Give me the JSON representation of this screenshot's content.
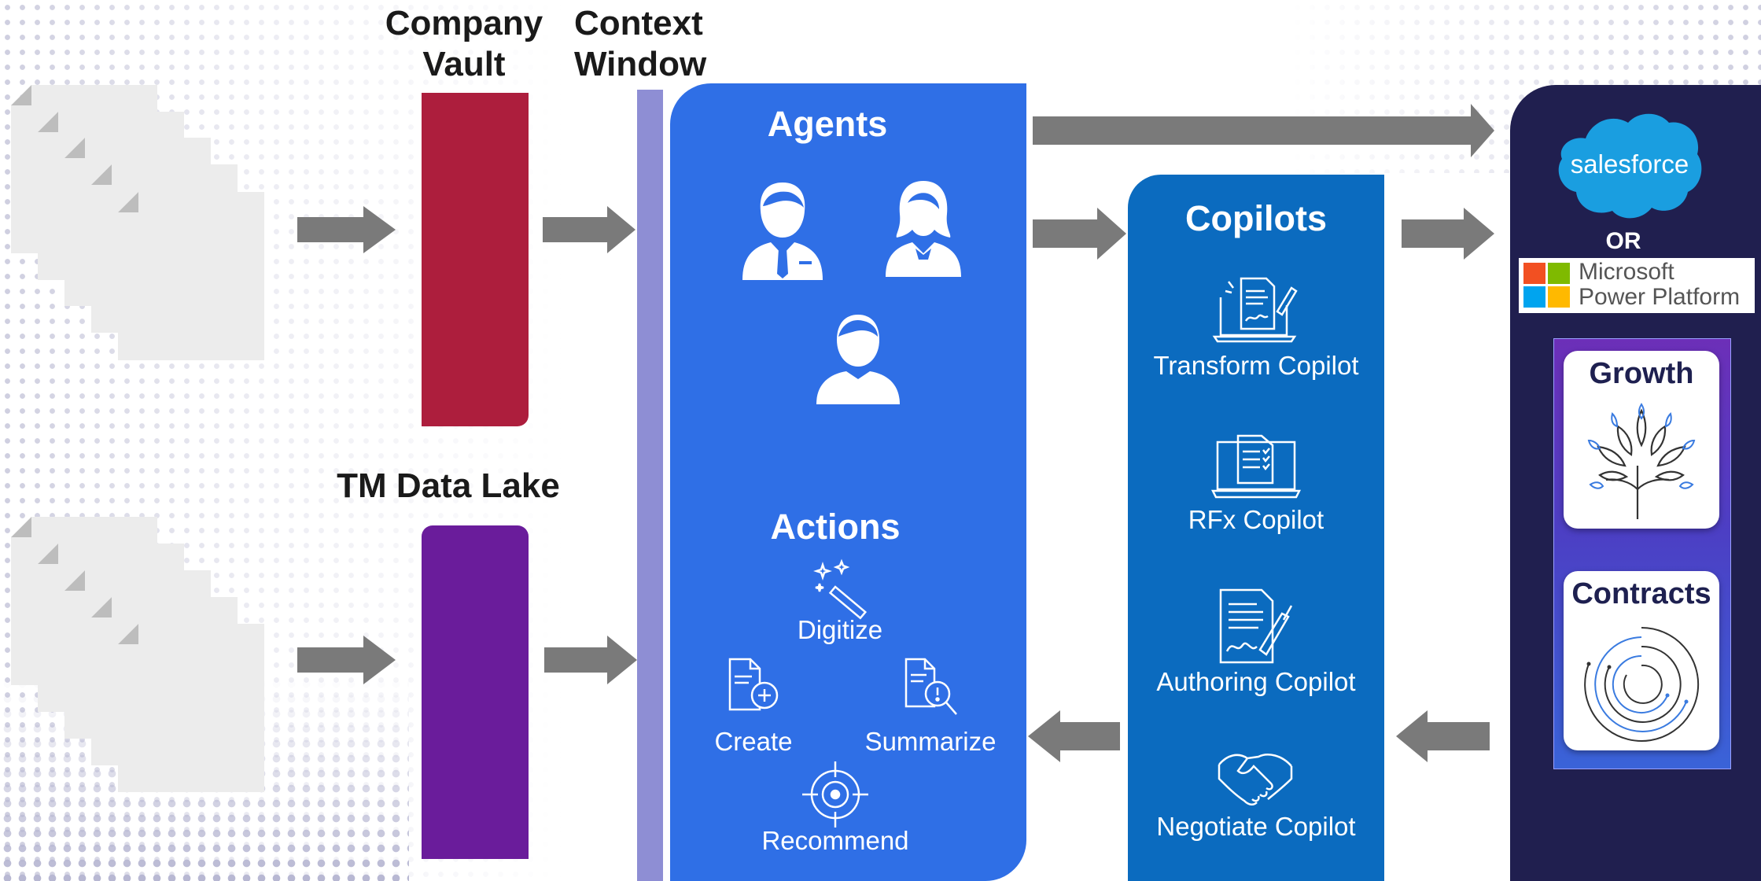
{
  "labels": {
    "company_vault": "Company Vault",
    "context_window": "Context Window",
    "tm_data_lake": "TM Data Lake"
  },
  "agents_panel": {
    "agents_title": "Agents",
    "actions_title": "Actions",
    "actions": {
      "digitize": "Digitize",
      "create": "Create",
      "summarize": "Summarize",
      "recommend": "Recommend"
    }
  },
  "copilots_panel": {
    "title": "Copilots",
    "items": {
      "transform": "Transform Copilot",
      "rfx": "RFx Copilot",
      "authoring": "Authoring Copilot",
      "negotiate": "Negotiate Copilot"
    }
  },
  "platforms": {
    "salesforce": "salesforce",
    "or": "OR",
    "microsoft_line1": "Microsoft",
    "microsoft_line2": "Power Platform",
    "growth": "Growth",
    "contracts": "Contracts"
  },
  "colors": {
    "company_vault_bar": "#ad1e3d",
    "tm_data_lake_bar": "#6a1c9b",
    "context_window_bar": "#8e8ed4",
    "agents_panel": "#2f6fe6",
    "copilots_panel": "#0b6bbf",
    "platform_panel": "#201f4f",
    "arrows": "#7a7a7a",
    "salesforce_cloud": "#1a9ee0"
  },
  "icons": [
    "document-stack-icon",
    "arrow-right-icon",
    "arrow-left-icon",
    "businessman-icon",
    "businesswoman-icon",
    "user-icon",
    "magic-wand-icon",
    "document-add-icon",
    "document-search-icon",
    "target-icon",
    "laptop-signature-icon",
    "laptop-checklist-icon",
    "document-signature-icon",
    "handshake-icon",
    "salesforce-cloud-icon",
    "microsoft-logo-icon",
    "growth-tree-icon",
    "contracts-circle-icon"
  ]
}
